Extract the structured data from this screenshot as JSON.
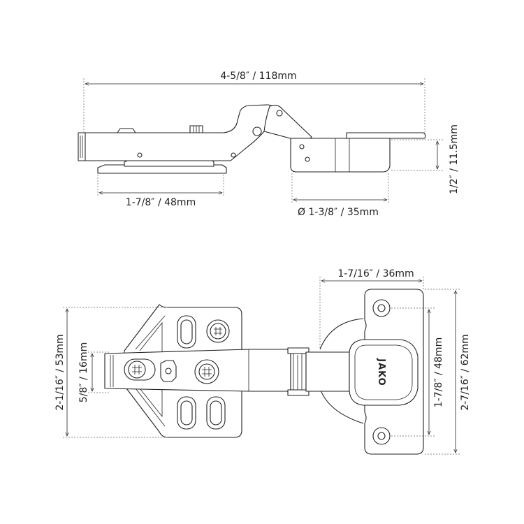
{
  "dimensions": {
    "overall_length": "4-5/8″ / 118mm",
    "base_plate_length": "1-7/8″ / 48mm",
    "cup_diameter": "Ø 1-3/8″ / 35mm",
    "cup_depth": "1/2″ / 11.5mm",
    "cup_width": "1-7/16″ / 36mm",
    "plate_height": "2-1/16″ / 53mm",
    "slot_height": "5/8″ / 16mm",
    "hole_spacing": "1-7/8″ / 48mm",
    "wing_height": "2-7/16″ / 62mm"
  },
  "logo_text": "JAKO"
}
